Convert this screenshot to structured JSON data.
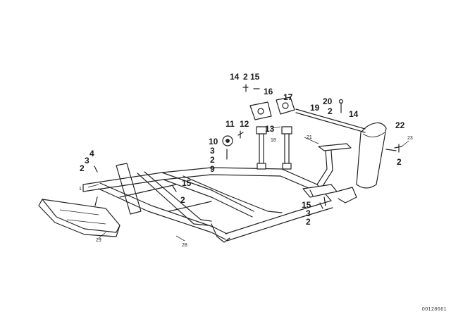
{
  "callouts": {
    "c14a": "14",
    "c2a": "2",
    "c15a": "15",
    "c16": "16",
    "c17": "17",
    "c20": "20",
    "c19": "19",
    "c2b": "2",
    "c14b": "14",
    "c22": "22",
    "c11": "11",
    "c12": "12",
    "c13": "13",
    "c10": "10",
    "c3a": "3",
    "c2c": "2",
    "c9": "9",
    "c4": "4",
    "c3b": "3",
    "c2d": "2",
    "c15b": "15",
    "c2e": "2",
    "c15c": "15",
    "c3c": "3",
    "c2f": "2",
    "c2g": "2",
    "c1": "1",
    "c29": "29",
    "c28": "28",
    "c18": "18",
    "c21": "21",
    "c23": "23"
  },
  "document_id": "00128661"
}
